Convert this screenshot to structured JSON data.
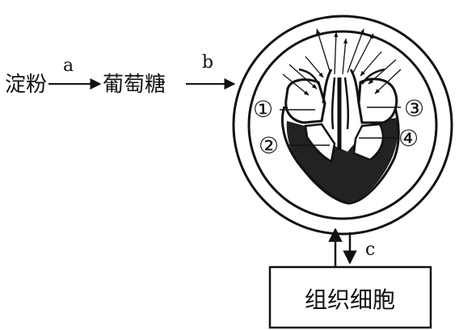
{
  "flow": {
    "starch": "淀粉",
    "arrow_a_label": "a",
    "glucose": "葡萄糖",
    "arrow_b_label": "b",
    "arrow_c_label": "c",
    "tissue_cells": "组织细胞"
  },
  "heart": {
    "label_1": "①",
    "label_2": "②",
    "label_3": "③",
    "label_4": "④"
  },
  "colors": {
    "ink": "#111111",
    "background": "#ffffff",
    "chamber_fill": "#ffffff",
    "heart_dark": "#222222"
  }
}
